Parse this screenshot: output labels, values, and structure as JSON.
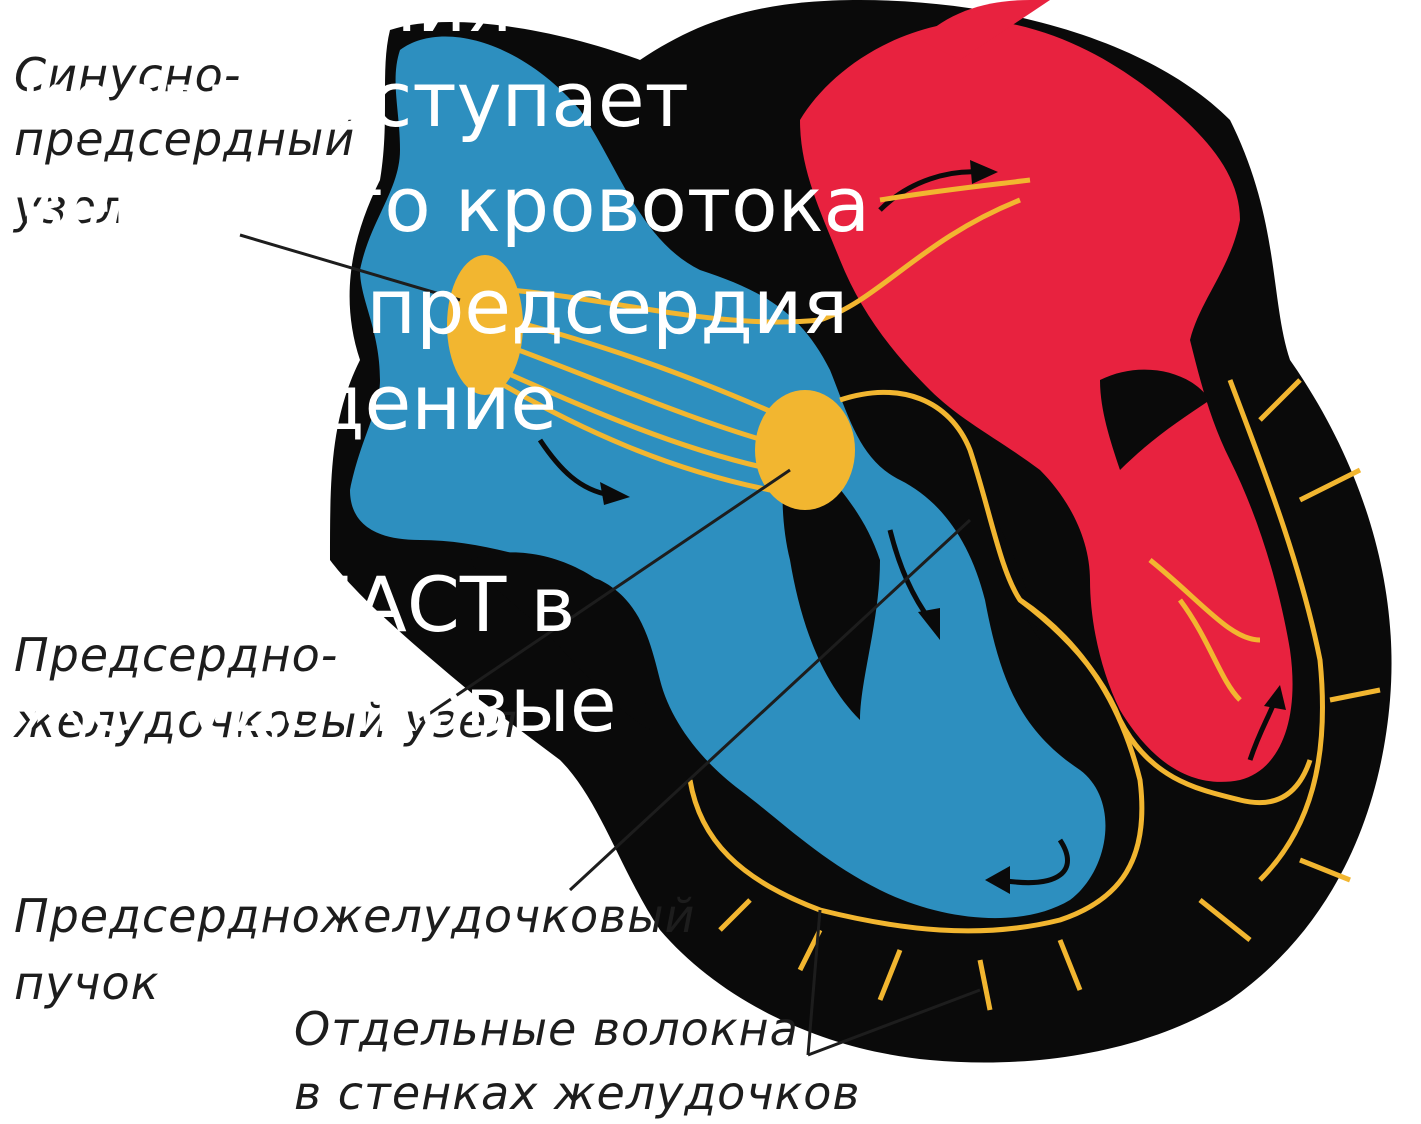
{
  "labels": {
    "sa_node_1": "Синусно-",
    "sa_node_2": "предсердный",
    "sa_node_3": "узел",
    "av_node_1": "Предсердно-",
    "av_node_2": "желудочковый узел",
    "bundle_1": "Предсердножелудочковый",
    "bundle_2": "пучок",
    "fibers_1": "Отдельные волокна",
    "fibers_2": "в стенках желудочков"
  },
  "overlay_text": {
    "line_1": "сокращения",
    "line_2": "кровь поступает",
    "line_3": "венозного кровотока",
    "line_4": "правого предсердия",
    "line_5": "возбуждение",
    "line_6": "ЭКГ — ПАСТ в",
    "line_7": "желудочковые"
  },
  "colors": {
    "venous": "#2d8fbf",
    "arterial": "#e8223f",
    "wall": "#0a0a0a",
    "conduction": "#f2b630",
    "label_text": "#1d1d1d"
  }
}
